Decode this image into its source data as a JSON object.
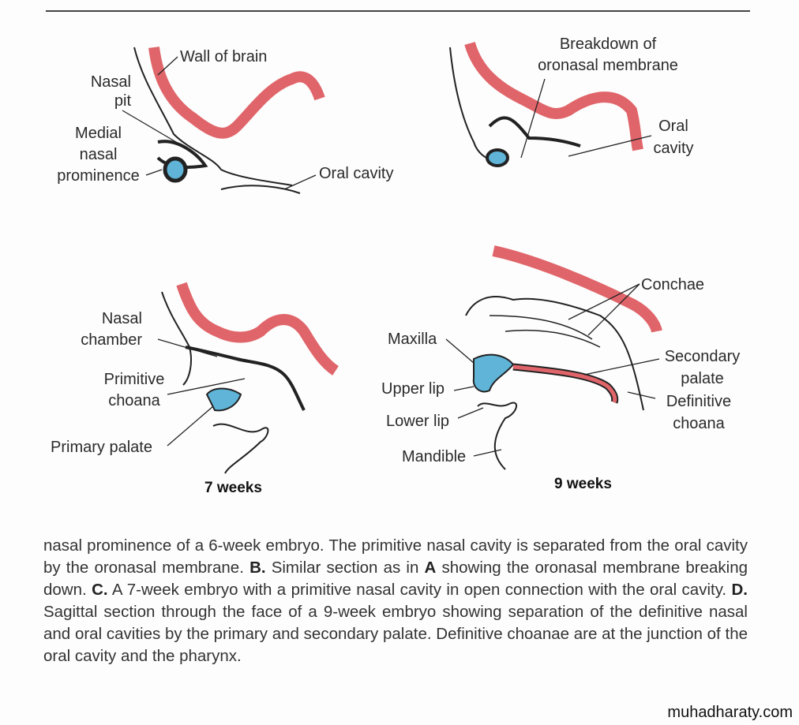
{
  "colors": {
    "brain_wall": "#e0656a",
    "palate_blue": "#5fb4d8",
    "outline": "#222222"
  },
  "panelA": {
    "labels": {
      "wall_of_brain": "Wall of brain",
      "nasal_pit": [
        "Nasal",
        "pit"
      ],
      "medial_nasal_prominence": [
        "Medial",
        "nasal",
        "prominence"
      ],
      "oral_cavity": "Oral cavity"
    }
  },
  "panelB": {
    "labels": {
      "breakdown": [
        "Breakdown of",
        "oronasal membrane"
      ],
      "oral_cavity": [
        "Oral",
        "cavity"
      ]
    }
  },
  "panelC": {
    "labels": {
      "nasal_chamber": [
        "Nasal",
        "chamber"
      ],
      "primitive_choana": [
        "Primitive",
        "choana"
      ],
      "primary_palate": "Primary palate"
    },
    "age": "7 weeks"
  },
  "panelD": {
    "labels": {
      "conchae": "Conchae",
      "maxilla": "Maxilla",
      "secondary_palate": [
        "Secondary",
        "palate"
      ],
      "upper_lip": "Upper lip",
      "definitive_choana": [
        "Definitive",
        "choana"
      ],
      "lower_lip": "Lower lip",
      "mandible": "Mandible"
    },
    "age": "9 weeks"
  },
  "caption": {
    "line1": "nasal prominence of a 6-week embryo. The primitive nasal cavity is separated from the oral cavity by the oronasal membrane. ",
    "b_letter": "B.",
    "b_text": " Similar section as in ",
    "a_ref": "A",
    "b_text2": " showing the oronasal membrane breaking down. ",
    "c_letter": "C.",
    "c_text": " A 7-week embryo with a primitive nasal cavity in open connection with the oral cavity. ",
    "d_letter": "D.",
    "d_text": " Sagittal section through the face of a 9-week embryo showing separation of the definitive nasal and oral cavities by the primary and secondary palate. Definitive choanae are at the junction of the oral cavity and the pharynx."
  },
  "watermark": "muhadharaty.com"
}
